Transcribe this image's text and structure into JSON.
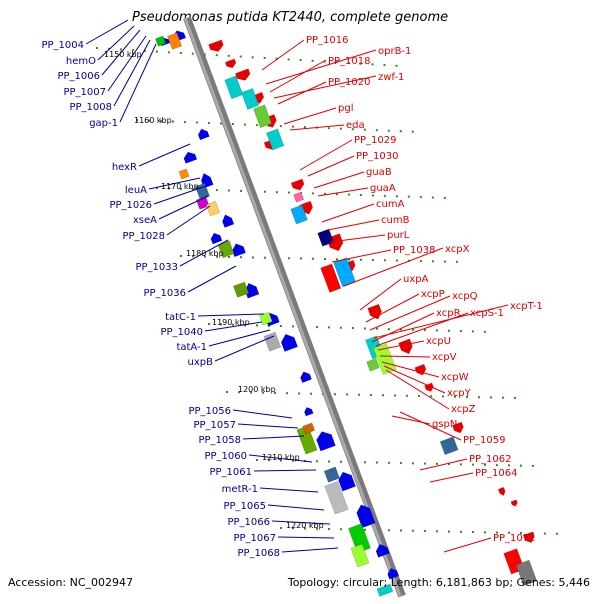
{
  "title": "Pseudomonas putida KT2440, complete genome",
  "footer": {
    "accession": "Accession: NC_002947",
    "summary": "Topology: circular; Length: 6,181,863 bp; Genes: 5,446"
  },
  "ticks": [
    "1150 kbp",
    "1160 kbp",
    "1170 kbp",
    "1180 kbp",
    "1190 kbp",
    "1200 kbp",
    "1210 kbp",
    "1220 kbp"
  ],
  "left_labels": [
    "PP_1004",
    "hemO",
    "PP_1006",
    "PP_1007",
    "PP_1008",
    "gap-1",
    "hexR",
    "leuA",
    "PP_1026",
    "xseA",
    "PP_1028",
    "PP_1033",
    "PP_1036",
    "tatC-1",
    "PP_1040",
    "tatA-1",
    "uxpB",
    "PP_1056",
    "PP_1057",
    "PP_1058",
    "PP_1060",
    "PP_1061",
    "metR-1",
    "PP_1065",
    "PP_1066",
    "PP_1067",
    "PP_1068"
  ],
  "right_labels": [
    "PP_1016",
    "oprB-1",
    "PP_1018",
    "zwf-1",
    "PP_1020",
    "pgl",
    "eda",
    "PP_1029",
    "PP_1030",
    "guaB",
    "guaA",
    "cumA",
    "cumB",
    "purL",
    "PP_1038",
    "xcpX",
    "uxpA",
    "xcpP",
    "xcpQ",
    "xcpT-1",
    "xcpR",
    "xcpS-1",
    "xcpU",
    "xcpV",
    "xcpW",
    "xcpY",
    "xcpZ",
    "gspN",
    "PP_1059",
    "PP_1062",
    "PP_1064",
    "PP_1072"
  ],
  "colors": {
    "backbone": "#8c8c8c",
    "forward_gene": "#0000e6",
    "reverse_gene": "#e60000",
    "left_label": "#00009c",
    "right_label": "#e00000",
    "tick_dots": "#2e8b22"
  }
}
